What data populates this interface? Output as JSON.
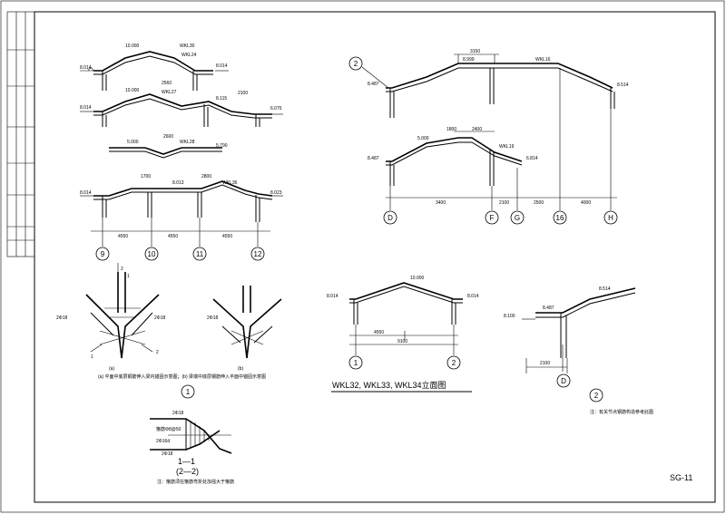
{
  "sheet": {
    "number": "SG-11"
  },
  "left_top_diagram": {
    "elev_labels": [
      "8.014",
      "10.000",
      "WKL30",
      "WKL24",
      "8.014",
      "8.014",
      "10.000",
      "2560",
      "WKL27",
      "8.115",
      "2100",
      "6.075",
      "2600",
      "5.000",
      "WKL28",
      "5.790",
      "1700",
      "8.013",
      "2800",
      "WKL36",
      "8.014",
      "8.023"
    ],
    "axes": [
      "9",
      "10",
      "11",
      "12"
    ],
    "dims": [
      "4550",
      "4550",
      "4550"
    ]
  },
  "right_top_diagram": {
    "labels": [
      "8.487",
      "8.999",
      "3150",
      "WKL16",
      "8.514",
      "8.487",
      "5.000",
      "1800",
      "2400",
      "WKL19",
      "6.814"
    ],
    "axes": [
      "D",
      "F",
      "G",
      "16",
      "H"
    ],
    "dims": [
      "3400",
      "2100",
      "2500",
      "4000"
    ]
  },
  "detail_1": {
    "caption": "(a) 平面中底层钢筋伸入梁内锚固示意图；(b) 梁端中底层钢筋伸入平面中锚固示意图",
    "sub_a": "(a)",
    "sub_b": "(b)",
    "mark": "1",
    "labels": [
      "2",
      "2",
      "1",
      "1",
      "2Φ18",
      "2Φ18",
      "2Φ18"
    ]
  },
  "section_1_1": {
    "labels": [
      "2Φ18",
      "箍筋Φ8@50",
      "2Φ16d",
      "2Φ18"
    ],
    "title": "1—1",
    "subtitle": "(2—2)",
    "note": "注：箍筋须在箍筋弯折处加强大于箍筋"
  },
  "wkl_elevation": {
    "elev_labels": [
      "8.014",
      "10.000",
      "8.014"
    ],
    "dims": [
      "4550",
      "9100"
    ],
    "axes": [
      "1",
      "2"
    ],
    "title": "WKL32, WKL33, WKL34立面图"
  },
  "detail_2": {
    "labels": [
      "8.487",
      "8.514",
      "8.100"
    ],
    "dim": "2100",
    "axis": "D",
    "mark": "2",
    "note": "注：有关节点钢筋构造参考此图"
  }
}
